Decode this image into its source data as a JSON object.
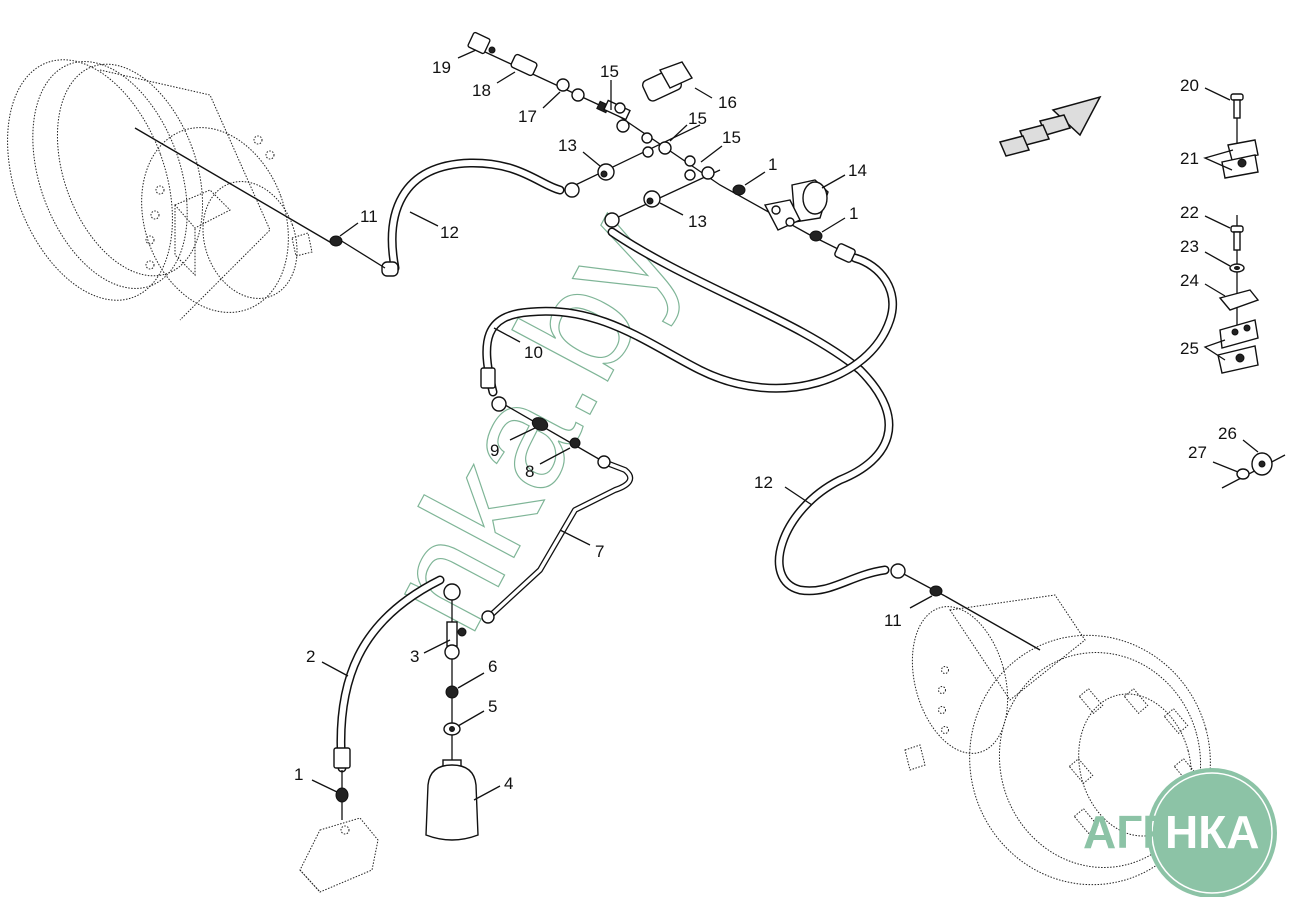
{
  "diagram": {
    "type": "exploded parts diagram",
    "subject": "hydraulic brake lines",
    "callouts": [
      {
        "id": "c19",
        "label": "19"
      },
      {
        "id": "c18",
        "label": "18"
      },
      {
        "id": "c17",
        "label": "17"
      },
      {
        "id": "c15a",
        "label": "15"
      },
      {
        "id": "c16",
        "label": "16"
      },
      {
        "id": "c15b",
        "label": "15"
      },
      {
        "id": "c15c",
        "label": "15"
      },
      {
        "id": "c13a",
        "label": "13"
      },
      {
        "id": "c13b",
        "label": "13"
      },
      {
        "id": "c1a",
        "label": "1"
      },
      {
        "id": "c14",
        "label": "14"
      },
      {
        "id": "c1b",
        "label": "1"
      },
      {
        "id": "c11a",
        "label": "11"
      },
      {
        "id": "c12a",
        "label": "12"
      },
      {
        "id": "c10",
        "label": "10"
      },
      {
        "id": "c9",
        "label": "9"
      },
      {
        "id": "c8",
        "label": "8"
      },
      {
        "id": "c7",
        "label": "7"
      },
      {
        "id": "c12b",
        "label": "12"
      },
      {
        "id": "c11b",
        "label": "11"
      },
      {
        "id": "c2",
        "label": "2"
      },
      {
        "id": "c3",
        "label": "3"
      },
      {
        "id": "c6",
        "label": "6"
      },
      {
        "id": "c5",
        "label": "5"
      },
      {
        "id": "c4",
        "label": "4"
      },
      {
        "id": "c1c",
        "label": "1"
      },
      {
        "id": "c20",
        "label": "20"
      },
      {
        "id": "c21",
        "label": "21"
      },
      {
        "id": "c22",
        "label": "22"
      },
      {
        "id": "c23",
        "label": "23"
      },
      {
        "id": "c24",
        "label": "24"
      },
      {
        "id": "c25",
        "label": "25"
      },
      {
        "id": "c26",
        "label": "26"
      },
      {
        "id": "c27",
        "label": "27"
      }
    ]
  },
  "watermark": {
    "text": "nka.by",
    "color": "#7fb597"
  },
  "logo": {
    "left_text": "АГРО",
    "right_text": "НКА",
    "color": "#8cc3a6"
  },
  "direction_arrow": {
    "meaning": "forward-direction"
  }
}
